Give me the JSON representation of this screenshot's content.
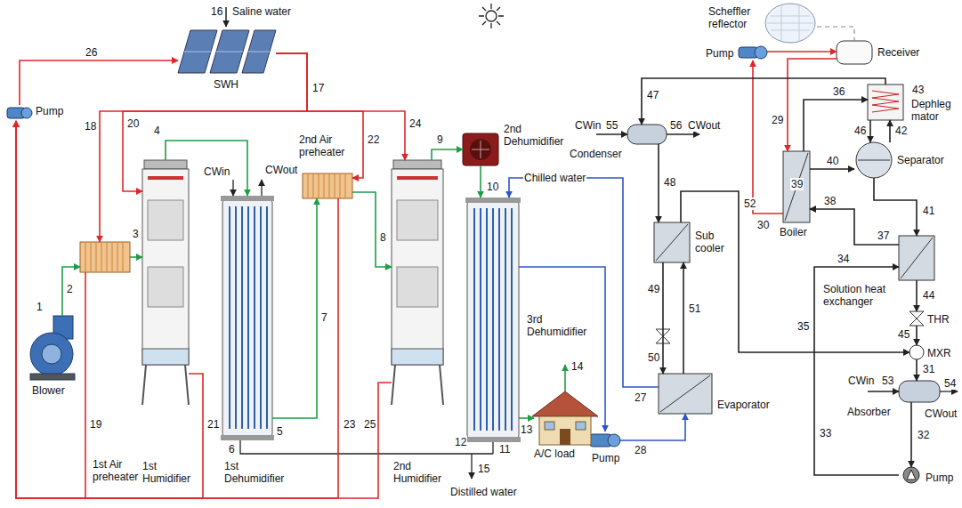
{
  "diagram": {
    "nodes": [
      {
        "text": [
          "SWH"
        ]
      },
      {
        "text": [
          "Pump"
        ]
      },
      {
        "text": [
          "Blower"
        ]
      },
      {
        "text": [
          "1st Air preheater"
        ]
      },
      {
        "text": [
          "1st Humidifier"
        ]
      },
      {
        "text": [
          "1st Dehumidifier"
        ]
      },
      {
        "text": [
          "2nd Air preheater"
        ]
      },
      {
        "text": [
          "2nd Humidifier"
        ]
      },
      {
        "text": [
          "2nd Dehumidifier"
        ]
      },
      {
        "text": [
          "3rd Dehumidifier"
        ]
      },
      {
        "text": [
          "A/C load"
        ]
      },
      {
        "text": [
          "Pump"
        ]
      },
      {
        "text": [
          "Scheffler reflector"
        ]
      },
      {
        "text": [
          "Receiver"
        ]
      },
      {
        "text": [
          "Pump"
        ]
      },
      {
        "text": [
          "Condenser"
        ]
      },
      {
        "text": [
          "Dephleg mator"
        ]
      },
      {
        "text": [
          "Boiler"
        ]
      },
      {
        "text": [
          "Separator"
        ]
      },
      {
        "text": [
          "Sub cooler"
        ]
      },
      {
        "text": [
          "Solution heat exchanger"
        ]
      },
      {
        "text": [
          "THR"
        ]
      },
      {
        "text": [
          "MXR"
        ]
      },
      {
        "text": [
          "Evaporator"
        ]
      },
      {
        "text": [
          "Absorber"
        ]
      },
      {
        "text": [
          "Pump"
        ]
      }
    ],
    "edges": [
      {
        "from": 2,
        "to": 3,
        "arrow": "to",
        "label": "2"
      },
      {
        "from": 3,
        "to": 4,
        "arrow": "to",
        "label": "3"
      },
      {
        "from": 4,
        "to": 5,
        "arrow": "to",
        "label": "4"
      },
      {
        "from": 5,
        "to": 6,
        "arrow": "to",
        "label": "7"
      },
      {
        "from": 6,
        "to": 7,
        "arrow": "to",
        "label": "8"
      },
      {
        "from": 7,
        "to": 8,
        "arrow": "to",
        "label": "9"
      },
      {
        "from": 8,
        "to": 9,
        "arrow": "to",
        "label": "10"
      },
      {
        "from": 9,
        "to": 10,
        "arrow": "to",
        "label": "13"
      },
      {
        "from": 23,
        "to": 9,
        "arrow": "to",
        "label": "Chilled water"
      },
      {
        "from": 9,
        "to": 11,
        "arrow": "to"
      },
      {
        "from": 11,
        "to": 23,
        "arrow": "to",
        "label": "28"
      },
      {
        "from": 1,
        "to": 0,
        "arrow": "to",
        "label": "26"
      },
      {
        "from": 0,
        "to": 3,
        "arrow": "to",
        "label": "18"
      },
      {
        "from": 0,
        "to": 4,
        "arrow": "to",
        "label": "20"
      },
      {
        "from": 0,
        "to": 6,
        "arrow": "to",
        "label": "22"
      },
      {
        "from": 0,
        "to": 7,
        "arrow": "to",
        "label": "24"
      },
      {
        "from": 3,
        "to": 1,
        "arrow": "to",
        "label": "19"
      },
      {
        "from": 4,
        "to": 1,
        "arrow": "to",
        "label": "21"
      },
      {
        "from": 6,
        "to": 1,
        "arrow": "to",
        "label": "23"
      },
      {
        "from": 7,
        "to": 1,
        "arrow": "to",
        "label": "25"
      },
      {
        "from": 12,
        "to": 13,
        "arrow": "none"
      },
      {
        "from": 13,
        "to": 17,
        "arrow": "to",
        "label": "29"
      },
      {
        "from": 17,
        "to": 14,
        "arrow": "to",
        "label": "30"
      },
      {
        "from": 14,
        "to": 13,
        "arrow": "to"
      },
      {
        "from": 17,
        "to": 16,
        "arrow": "to",
        "label": "36"
      },
      {
        "from": 17,
        "to": 18,
        "arrow": "to",
        "label": "40"
      },
      {
        "from": 18,
        "to": 16,
        "arrow": "to",
        "label": "42"
      },
      {
        "from": 16,
        "to": 18,
        "arrow": "to",
        "label": "46"
      },
      {
        "from": 16,
        "to": 15,
        "arrow": "to",
        "label": "47"
      },
      {
        "from": 18,
        "to": 20,
        "arrow": "to",
        "label": "41"
      },
      {
        "from": 20,
        "to": 17,
        "arrow": "to",
        "label": "38"
      },
      {
        "from": 20,
        "to": 21,
        "arrow": "to",
        "label": "44"
      },
      {
        "from": 21,
        "to": 22,
        "arrow": "to",
        "label": "45"
      },
      {
        "from": 22,
        "to": 24,
        "arrow": "to",
        "label": "31"
      },
      {
        "from": 24,
        "to": 25,
        "arrow": "to",
        "label": "32"
      },
      {
        "from": 25,
        "to": 20,
        "arrow": "to",
        "label": "34"
      },
      {
        "from": 15,
        "to": 19,
        "arrow": "to",
        "label": "48"
      },
      {
        "from": 19,
        "to": 23,
        "arrow": "to",
        "label": "49"
      },
      {
        "from": 23,
        "to": 19,
        "arrow": "to",
        "label": "51"
      },
      {
        "from": 19,
        "to": 22,
        "arrow": "to",
        "label": "52"
      }
    ],
    "labels": [
      "16",
      "Saline water",
      "17",
      "1",
      "CWin",
      "CWout",
      "5",
      "6",
      "11",
      "12",
      "14",
      "15",
      "Distilled water",
      "27",
      "43",
      "39",
      "37",
      "33",
      "35",
      "50",
      "CWin",
      "55",
      "56",
      "CWout",
      "CWin",
      "53",
      "54",
      "CWout"
    ]
  }
}
